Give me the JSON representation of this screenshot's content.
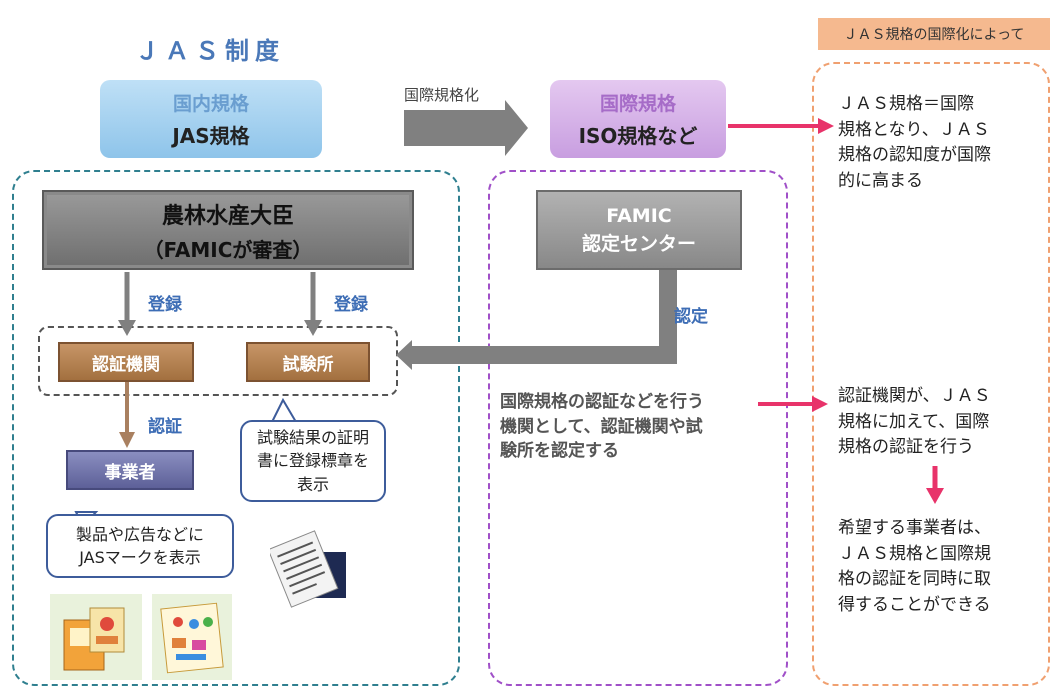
{
  "header": {
    "jas_system": "ＪＡＳ制度",
    "internationalization_banner": "ＪＡＳ規格の国際化によって"
  },
  "domestic_standard": {
    "title": "国内規格",
    "subtitle": "JAS規格"
  },
  "internationalization_label": "国際規格化",
  "international_standard": {
    "title": "国際規格",
    "subtitle": "ISO規格など"
  },
  "minister_box": {
    "line1": "農林水産大臣",
    "line2": "（FAMICが審査）"
  },
  "famic_box": {
    "line1": "FAMIC",
    "line2": "認定センター"
  },
  "registration_labels": [
    "登録",
    "登録"
  ],
  "accreditation_label": "認定",
  "cert_body": "認証機関",
  "test_lab": "試験所",
  "certification_label": "認証",
  "business": "事業者",
  "test_lab_callout": [
    "試験結果の証明",
    "書に登録標章を",
    "表示"
  ],
  "business_callout": [
    "製品や広告などに",
    "JASマークを表示"
  ],
  "famic_description": [
    "国際規格の認証などを行う",
    "機関として、認証機関や試",
    "験所を認定する"
  ],
  "right_panel": {
    "effect1": [
      "ＪＡＳ規格＝国際",
      "規格となり、ＪＡＳ",
      "規格の認知度が国際",
      "的に高まる"
    ],
    "effect2": [
      "認証機関が、ＪＡＳ",
      "規格に加えて、国際",
      "規格の認証を行う"
    ],
    "effect3": [
      "希望する事業者は、",
      "ＪＡＳ規格と国際規",
      "格の認証を同時に取",
      "得することができる"
    ]
  },
  "colors": {
    "accent_pink": "#e8336a",
    "blue_label": "#3d6db5",
    "orange_banner": "#f5b98f"
  },
  "icons": [
    "certificate-icon",
    "product-package-icon",
    "product-poster-icon"
  ]
}
